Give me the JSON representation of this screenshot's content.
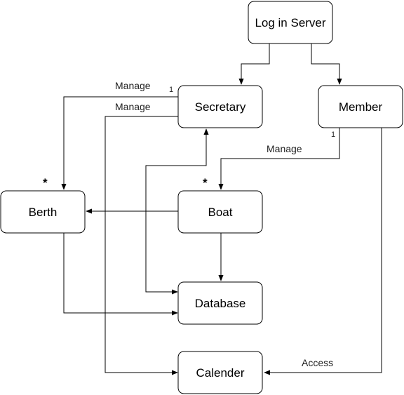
{
  "nodes": {
    "login_server": "Log in Server",
    "secretary": "Secretary",
    "member": "Member",
    "berth": "Berth",
    "boat": "Boat",
    "database": "Database",
    "calender": "Calender"
  },
  "edge_labels": {
    "secretary_berth": "Manage",
    "secretary_calender": "Manage",
    "member_boat": "Manage",
    "member_calender": "Access"
  },
  "multiplicities": {
    "secretary_end": "1",
    "member_end": "1",
    "berth_end": "*",
    "boat_end": "*"
  },
  "colors": {
    "stroke": "#000000",
    "fill": "#ffffff"
  }
}
